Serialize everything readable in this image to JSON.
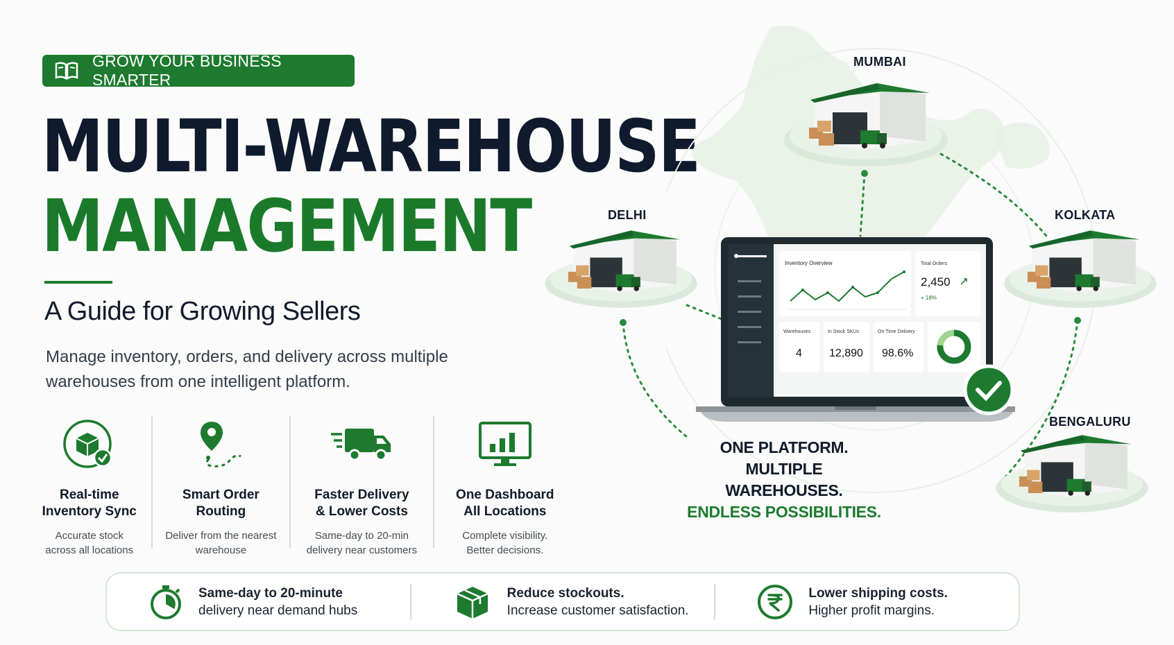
{
  "badge": {
    "label": "GROW YOUR BUSINESS SMARTER",
    "icon": "book-icon"
  },
  "headline": {
    "line1": "MULTI-WAREHOUSE",
    "line2": "MANAGEMENT"
  },
  "subtitle": "A Guide for Growing Sellers",
  "description": "Manage inventory, orders, and delivery across multiple warehouses from one intelligent platform.",
  "features": [
    {
      "icon": "inventory-box-check-icon",
      "title_1": "Real-time",
      "title_2": "Inventory Sync",
      "desc_1": "Accurate stock",
      "desc_2": "across all locations"
    },
    {
      "icon": "location-pin-route-icon",
      "title_1": "Smart Order",
      "title_2": "Routing",
      "desc_1": "Deliver from the nearest",
      "desc_2": "warehouse"
    },
    {
      "icon": "delivery-truck-icon",
      "title_1": "Faster Delivery",
      "title_2": "& Lower Costs",
      "desc_1": "Same-day to 20-min",
      "desc_2": "delivery near customers"
    },
    {
      "icon": "dashboard-monitor-icon",
      "title_1": "One Dashboard",
      "title_2": "All Locations",
      "desc_1": "Complete visibility.",
      "desc_2": "Better decisions."
    }
  ],
  "cities": {
    "mumbai": "MUMBAI",
    "delhi": "DELHI",
    "kolkata": "KOLKATA",
    "bengaluru": "BENGALURU"
  },
  "dashboard": {
    "overview_title": "Inventory Overview",
    "total_orders_label": "Total Orders",
    "total_orders_value": "2,450",
    "total_orders_change": "+ 18%",
    "warehouses_label": "Warehouses",
    "warehouses_value": "4",
    "skus_label": "In Stock SKUs",
    "skus_value": "12,890",
    "ontime_label": "On Time Delivery",
    "ontime_value": "98.6%"
  },
  "tagline": {
    "line1": "ONE PLATFORM.",
    "line2": "MULTIPLE WAREHOUSES.",
    "line3": "ENDLESS POSSIBILITIES."
  },
  "benefits": [
    {
      "icon": "stopwatch-icon",
      "title": "Same-day to 20-minute",
      "subtitle": "delivery near demand hubs"
    },
    {
      "icon": "package-icon",
      "title": "Reduce stockouts.",
      "subtitle": "Increase customer satisfaction."
    },
    {
      "icon": "rupee-icon",
      "title": "Lower shipping costs.",
      "subtitle": "Higher profit margins."
    }
  ],
  "colors": {
    "brand_green": "#1d7a2e",
    "navy": "#0f1a2e",
    "light_green": "#dbe9db"
  }
}
